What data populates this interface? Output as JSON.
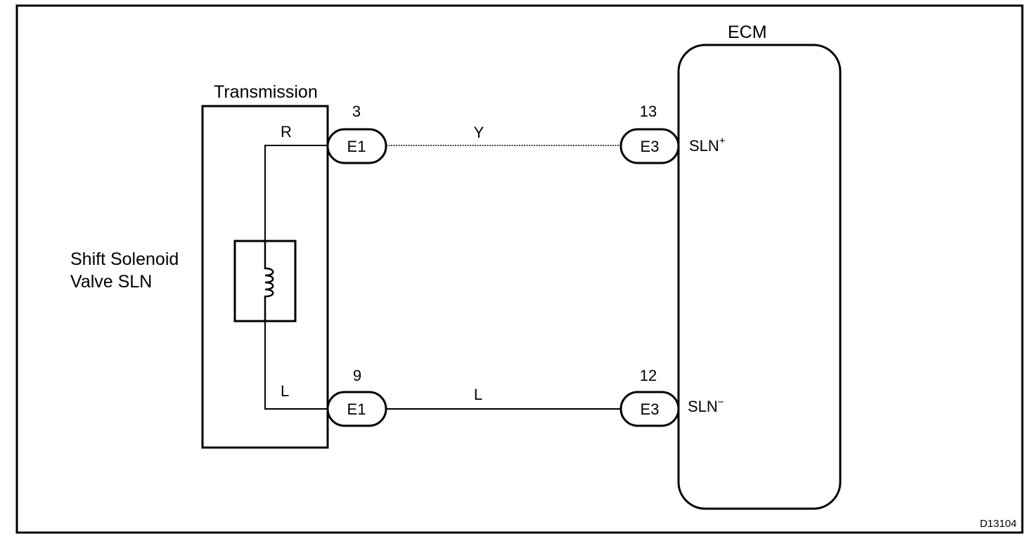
{
  "diagram": {
    "ecm_label": "ECM",
    "transmission_label": "Transmission",
    "component_label_line1": "Shift Solenoid",
    "component_label_line2": "Valve SLN",
    "figure_code": "D13104",
    "wires": [
      {
        "color_code": "Y",
        "left_wire_color": "R",
        "left_connector": "E1",
        "left_pin": "3",
        "right_connector": "E3",
        "right_pin": "13",
        "ecm_terminal": "SLN",
        "ecm_terminal_polarity": "+"
      },
      {
        "color_code": "L",
        "left_wire_color": "L",
        "left_connector": "E1",
        "left_pin": "9",
        "right_connector": "E3",
        "right_pin": "12",
        "ecm_terminal": "SLN",
        "ecm_terminal_polarity": "−"
      }
    ]
  }
}
